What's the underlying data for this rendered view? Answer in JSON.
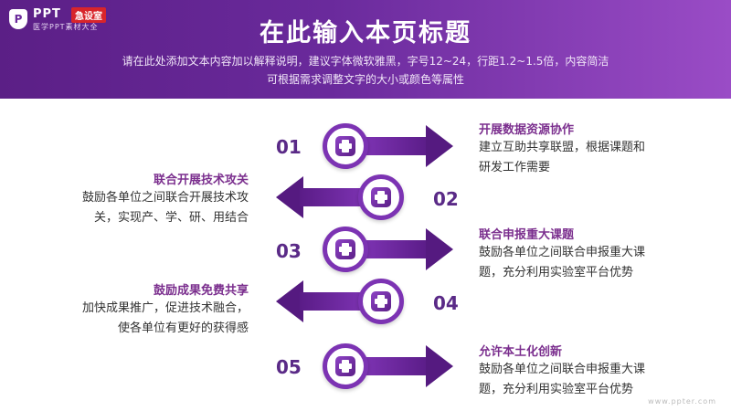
{
  "brand": {
    "logo_letter": "P",
    "name": "PPT",
    "tag": "急设室",
    "subtitle": "医学PPT素材大全"
  },
  "header": {
    "title": "在此输入本页标题",
    "subtitle_line1": "请在此处添加文本内容加以解释说明，建议字体微软雅黑，字号12~24，行距1.2~1.5倍，内容简洁",
    "subtitle_line2": "可根据需求调整文字的大小或颜色等属性"
  },
  "steps": [
    {
      "number": "01",
      "direction": "right",
      "icon": "medical-kit-icon",
      "title": "开展数据资源协作",
      "text1": "建立互助共享联盟，根据课题和",
      "text2": "研发工作需要"
    },
    {
      "number": "02",
      "direction": "left",
      "icon": "document-icon",
      "title": "联合开展技术攻关",
      "text1": "鼓励各单位之间联合开展技术攻",
      "text2": "关，实现产、学、研、用结合"
    },
    {
      "number": "03",
      "direction": "right",
      "icon": "refresh-icon",
      "title": "联合申报重大课题",
      "text1": "鼓励各单位之间联合申报重大课",
      "text2": "题，充分利用实验室平台优势"
    },
    {
      "number": "04",
      "direction": "left",
      "icon": "ambulance-icon",
      "title": "鼓励成果免费共享",
      "text1": "加快成果推广，促进技术融合，",
      "text2": "使各单位有更好的获得感"
    },
    {
      "number": "05",
      "direction": "right",
      "icon": "medical-kit-icon",
      "title": "允许本土化创新",
      "text1": "鼓励各单位之间联合申报重大课",
      "text2": "题，充分利用实验室平台优势"
    }
  ],
  "watermark": "www.ppter.com",
  "colors": {
    "primary": "#6a2a9c",
    "accent": "#7b2f8e",
    "text": "#333333"
  }
}
